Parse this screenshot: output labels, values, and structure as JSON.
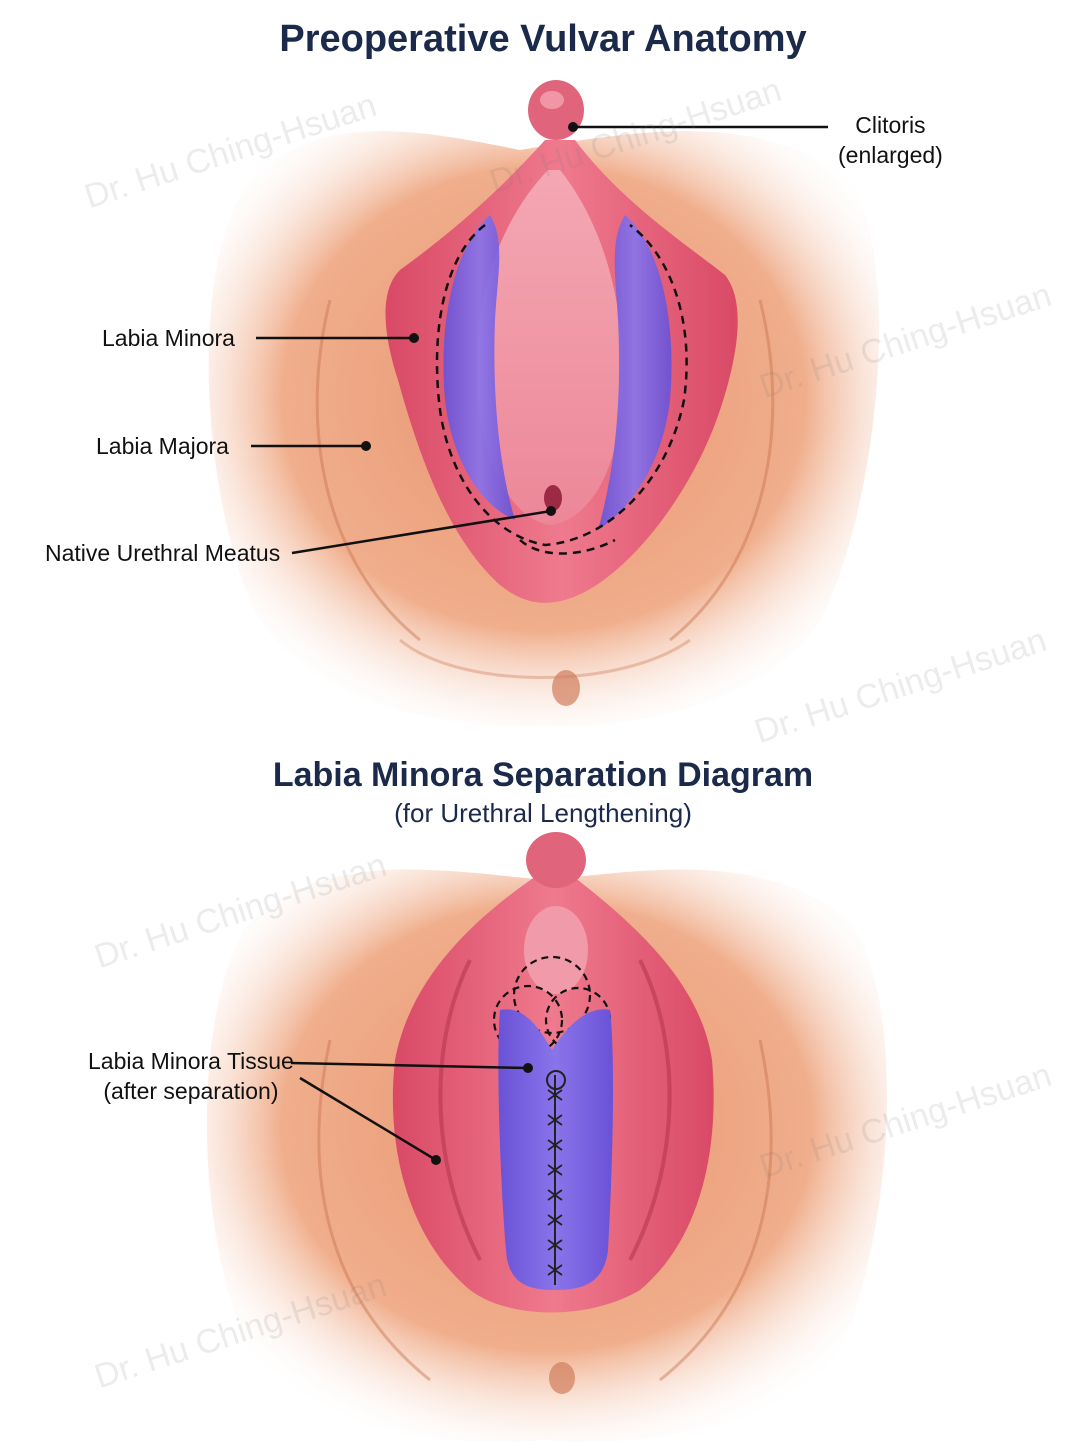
{
  "top_figure": {
    "title": "Preoperative Vulvar Anatomy",
    "labels": {
      "clitoris_line1": "Clitoris",
      "clitoris_line2": "(enlarged)",
      "labia_minora": "Labia Minora",
      "labia_majora": "Labia Majora",
      "native_urethral_meatus": "Native Urethral Meatus"
    }
  },
  "bottom_figure": {
    "title": "Labia Minora Separation Diagram",
    "subtitle": "(for Urethral Lengthening)",
    "labels": {
      "tissue_line1": "Labia Minora Tissue",
      "tissue_line2": "(after separation)"
    }
  },
  "watermark": "Dr. Hu Ching-Hsuan",
  "colors": {
    "skin": "#eea882",
    "skin_shadow": "#d8845e",
    "mucosa": "#e05a74",
    "mucosa_light": "#f39aa9",
    "highlight_purple": "#7b62e0",
    "title_navy": "#1b2a4a"
  }
}
